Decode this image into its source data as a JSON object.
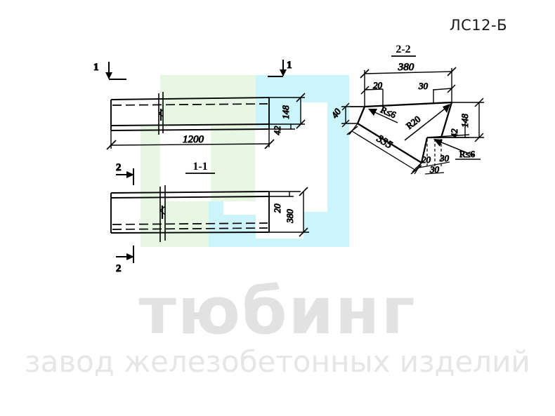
{
  "drawing": {
    "code": "ЛС12-Б",
    "views": {
      "elevation": {
        "section_mark_left": "1",
        "section_mark_right": "1",
        "section_mark_lower_left": "2",
        "dimensions": {
          "length": "1200",
          "height_total": "148",
          "height_lower": "42"
        }
      },
      "plan": {
        "label": "1-1",
        "section_mark_top": "2",
        "section_mark_bottom": "2",
        "dimensions": {
          "flange": "20",
          "width": "380"
        }
      },
      "cross_section": {
        "label": "2-2",
        "dimensions": {
          "overall_width": "380",
          "left_offset": "20",
          "right_offset": "30",
          "left_thickness": "40",
          "slope_length": "335",
          "height_total": "148",
          "height_lower": "42",
          "foot_left": "20",
          "foot_right": "30",
          "foot_base": "30"
        },
        "radii": {
          "left_fillet": "R≤6",
          "center": "R20",
          "right_fillet": "R≤6"
        }
      }
    }
  },
  "watermark": {
    "brand": "тюбинг",
    "tagline": "завод железобетонных изделий",
    "logo_color_green": "#e8f6e4",
    "logo_color_cyan": "#cbf5fa"
  }
}
